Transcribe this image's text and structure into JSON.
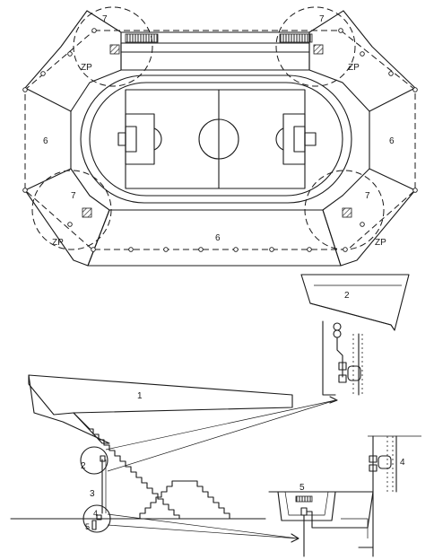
{
  "labels": {
    "zone_7": "7",
    "zone_6": "6",
    "zone_zp": "ZP",
    "part_1": "1",
    "part_2": "2",
    "part_3": "3",
    "part_4": "4",
    "part_5": "5"
  }
}
